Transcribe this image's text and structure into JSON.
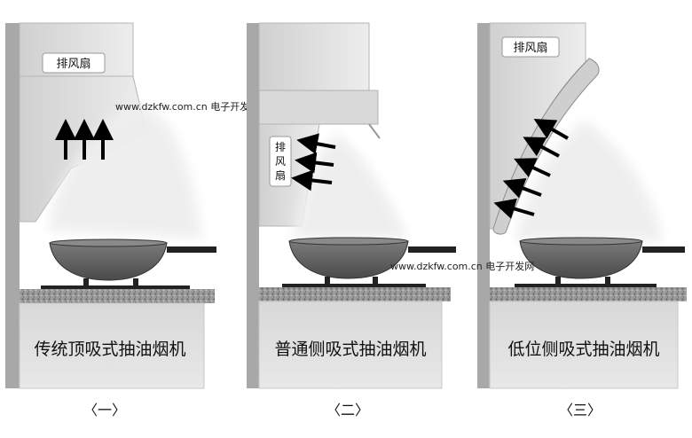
{
  "hood_label": "排风扇",
  "hood_label_vertical": [
    "排",
    "风",
    "扇"
  ],
  "watermark": "www.dzkfw.com.cn 电子开发网",
  "panels": [
    {
      "caption": "传统顶吸式抽油烟机",
      "number": "〈一〉"
    },
    {
      "caption": "普通侧吸式抽油烟机",
      "number": "〈二〉"
    },
    {
      "caption": "低位侧吸式抽油烟机",
      "number": "〈三〉"
    }
  ],
  "colors": {
    "wall": "#a8a8a8",
    "hood_fill": "#e3e3e3",
    "cabinet_fill": "#dcdcdc",
    "wok": "#6b6b6b",
    "arrow": "#000000",
    "counter": "#8a8a8a"
  }
}
